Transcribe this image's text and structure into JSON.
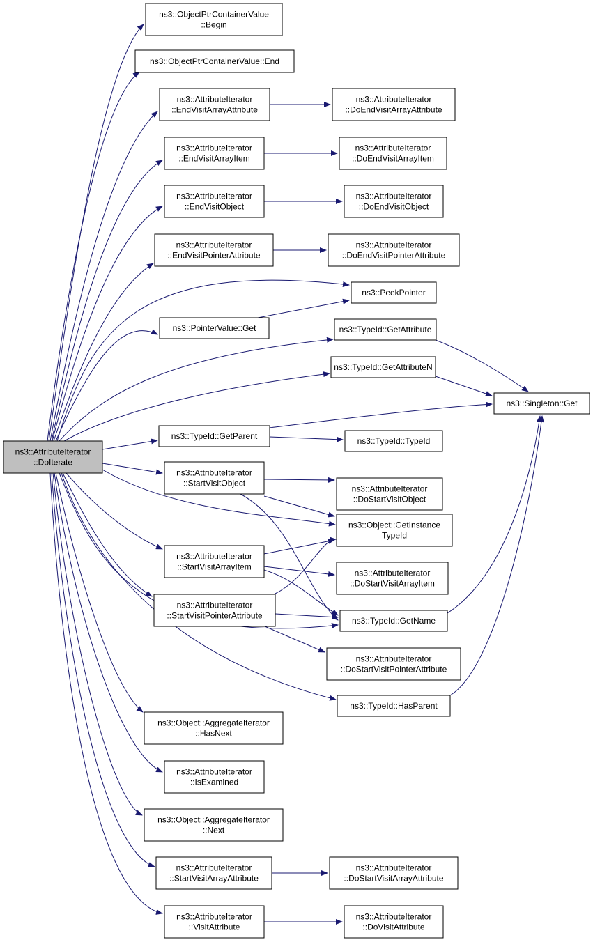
{
  "colors": {
    "edge": "#191970",
    "node_fill": "#ffffff",
    "root_fill": "#bfbfbf",
    "border": "#000000"
  },
  "nodes": {
    "doiterate": {
      "lines": [
        "ns3::AttributeIterator",
        "::DoIterate"
      ],
      "root": true
    },
    "begin": {
      "lines": [
        "ns3::ObjectPtrContainerValue",
        "::Begin"
      ]
    },
    "end": {
      "lines": [
        "ns3::ObjectPtrContainerValue::End"
      ]
    },
    "eva": {
      "lines": [
        "ns3::AttributeIterator",
        "::EndVisitArrayAttribute"
      ]
    },
    "doeva": {
      "lines": [
        "ns3::AttributeIterator",
        "::DoEndVisitArrayAttribute"
      ]
    },
    "evi": {
      "lines": [
        "ns3::AttributeIterator",
        "::EndVisitArrayItem"
      ]
    },
    "doevi": {
      "lines": [
        "ns3::AttributeIterator",
        "::DoEndVisitArrayItem"
      ]
    },
    "evo": {
      "lines": [
        "ns3::AttributeIterator",
        "::EndVisitObject"
      ]
    },
    "doevo": {
      "lines": [
        "ns3::AttributeIterator",
        "::DoEndVisitObject"
      ]
    },
    "evp": {
      "lines": [
        "ns3::AttributeIterator",
        "::EndVisitPointerAttribute"
      ]
    },
    "doevp": {
      "lines": [
        "ns3::AttributeIterator",
        "::DoEndVisitPointerAttribute"
      ]
    },
    "peek": {
      "lines": [
        "ns3::PeekPointer"
      ]
    },
    "pvget": {
      "lines": [
        "ns3::PointerValue::Get"
      ]
    },
    "getattr": {
      "lines": [
        "ns3::TypeId::GetAttribute"
      ]
    },
    "getattrn": {
      "lines": [
        "ns3::TypeId::GetAttributeN"
      ]
    },
    "singleton": {
      "lines": [
        "ns3::Singleton::Get"
      ]
    },
    "getparent": {
      "lines": [
        "ns3::TypeId::GetParent"
      ]
    },
    "typeid": {
      "lines": [
        "ns3::TypeId::TypeId"
      ]
    },
    "svo": {
      "lines": [
        "ns3::AttributeIterator",
        "::StartVisitObject"
      ]
    },
    "dosvo": {
      "lines": [
        "ns3::AttributeIterator",
        "::DoStartVisitObject"
      ]
    },
    "getinst": {
      "lines": [
        "ns3::Object::GetInstance",
        "TypeId"
      ]
    },
    "svai": {
      "lines": [
        "ns3::AttributeIterator",
        "::StartVisitArrayItem"
      ]
    },
    "dosvai": {
      "lines": [
        "ns3::AttributeIterator",
        "::DoStartVisitArrayItem"
      ]
    },
    "svp": {
      "lines": [
        "ns3::AttributeIterator",
        "::StartVisitPointerAttribute"
      ]
    },
    "getname": {
      "lines": [
        "ns3::TypeId::GetName"
      ]
    },
    "dosvp": {
      "lines": [
        "ns3::AttributeIterator",
        "::DoStartVisitPointerAttribute"
      ]
    },
    "hasparent": {
      "lines": [
        "ns3::TypeId::HasParent"
      ]
    },
    "hasnext": {
      "lines": [
        "ns3::Object::AggregateIterator",
        "::HasNext"
      ]
    },
    "isexam": {
      "lines": [
        "ns3::AttributeIterator",
        "::IsExamined"
      ]
    },
    "next": {
      "lines": [
        "ns3::Object::AggregateIterator",
        "::Next"
      ]
    },
    "sva": {
      "lines": [
        "ns3::AttributeIterator",
        "::StartVisitArrayAttribute"
      ]
    },
    "dosva": {
      "lines": [
        "ns3::AttributeIterator",
        "::DoStartVisitArrayAttribute"
      ]
    },
    "visitattr": {
      "lines": [
        "ns3::AttributeIterator",
        "::VisitAttribute"
      ]
    },
    "dovisitattr": {
      "lines": [
        "ns3::AttributeIterator",
        "::DoVisitAttribute"
      ]
    }
  }
}
